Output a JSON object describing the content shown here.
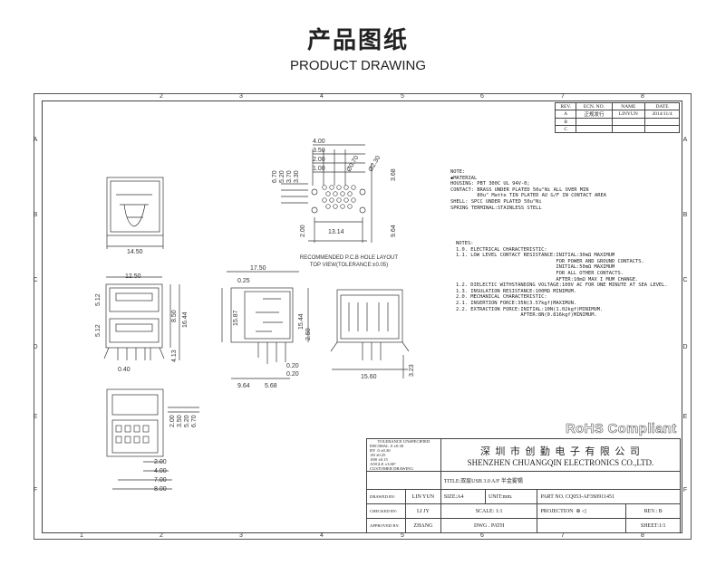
{
  "page": {
    "title_cn": "产品图纸",
    "title_en": "PRODUCT DRAWING"
  },
  "zones": {
    "cols_top": [
      "2",
      "3",
      "4",
      "5",
      "6",
      "7",
      "8"
    ],
    "cols_bottom": [
      "1",
      "2",
      "3",
      "4",
      "5",
      "6",
      "7",
      "8"
    ],
    "rows": [
      "A",
      "B",
      "C",
      "D",
      "E",
      "F"
    ]
  },
  "revision": {
    "headers": [
      "REV.",
      "ECN. NO.",
      "NAME",
      "DATE"
    ],
    "rows": [
      [
        "A",
        "正规发行",
        "LINYUN",
        "2014/11/4"
      ],
      [
        "B",
        "",
        "",
        ""
      ],
      [
        "C",
        "",
        "",
        ""
      ]
    ]
  },
  "material_notes": "NOTE:\n◆MATERIAL\nHOUSING: PBT 300C UL 94V-0;\nCONTACT: BRASS UNDER PLATED 50u\"Ni ALL OVER MIN\n         80u\" Matte TIN PLATED AU G/F IN CONTACT AREA\nSHELL: SPCC UNDER PLATED 50u\"Ni\nSPRING TERMINAL:STAINLESS STELL",
  "spec_notes": "NOTES:\n1.0. ELECTRICAL CHARACTERISTIC:\n1.1. LOW LEVEL CONTACT RESISTANCE:INITIAL:30mΩ MAXIMUM\n                                  FOR POWER AND GROUND CONTACTS.\n                                  INITIAL:50mΩ MAXIMUM\n                                  FOR ALL OTHER CONTACTS.\n                                  AFTER:10mΩ MAX I MUM CHANGE.\n1.2. DIELECTIC WITHSTANDING VOLTAGE:100V AC FOR ONE MINUTE AT SEA LEVEL.\n1.3. INSULATION RESISTANCE:100MΩ MINIMUM.\n2.0. MECHANICAL CHARACTERISTIC:\n2.1. INSERTION FORCE:35N(3.57kgf)MAXIMUN.\n2.2. EXTRACTION FORCE:INITIAL:10N(1.02kgf)MINIMUM.\n                      AFTER:8N(0.816kgf)MINIMUM.",
  "pcb_caption": "RECOMMENDED P.C.B HOLE LAYOUT\nTOP VIEW(TOLERANCE:±0.05)",
  "dims": {
    "pcb_top": [
      "4.00",
      "3.50",
      "2.00",
      "1.00"
    ],
    "pcb_left": [
      "6.70",
      "5.20",
      "3.70",
      "3.30"
    ],
    "pcb_diag": [
      "Ø0.70",
      "Ø2.30"
    ],
    "pcb_right": "3.68",
    "pcb_bottom": "13.14",
    "pcb_side": [
      "2.00",
      "9.64"
    ],
    "tv_width": "14.50",
    "fv_width": "12.50",
    "fv_left": [
      "5.12",
      "5.12"
    ],
    "fv_right": [
      "8.50",
      "16.44",
      "4.13"
    ],
    "fv_bottom": "0.40",
    "sv_top": [
      "17.50",
      "0.25"
    ],
    "sv_left": "15.87",
    "sv_right": [
      "15.44",
      "2.50"
    ],
    "sv_bottom": [
      "0.20",
      "0.20",
      "9.64",
      "5.68"
    ],
    "rv_width": "15.60",
    "rv_right": "3.23",
    "bv_right": [
      "2.00",
      "3.50",
      "5.20",
      "6.70"
    ],
    "bv_bottom": [
      "2.00",
      "4.00",
      "7.00",
      "8.00"
    ]
  },
  "rohs": "RoHS Compliant",
  "titleblock": {
    "tolerance_title": "TOLERANCE UNSPECIFIED",
    "tolerance": [
      [
        "DECIMAL .0",
        "±0.30"
      ],
      [
        "BY  .0",
        "±0.30"
      ],
      [
        ".00",
        "±0.25"
      ],
      [
        ".000",
        "±0.15"
      ],
      [
        "ANGLE",
        "±3.00°"
      ]
    ],
    "customer_label": "CUSTOMER DRAWING",
    "company_cn": "深 圳 市 创 勤 电 子 有 限 公 司",
    "company_en": "SHENZHEN CHUANGQIN ELECTRONICS CO.,LTD.",
    "title": "TITLE:双层USB 3.0 A/F  半金雾锡",
    "drawn_label": "DRAWED BY:",
    "drawn": "LIN YUN",
    "checked_label": "CHECKED BY:",
    "checked": "LI JY",
    "approved_label": "APPROVED BY:",
    "approved": "ZHANG",
    "size": "SIZE:A4",
    "unit": "UNIT:mm.",
    "part_no": "PART NO. CQ053-AF3S0911451",
    "scale": "SCALE: 1:1",
    "projection": "PROJECTION",
    "rev": "REV.: B",
    "dwg": "DWG . PATH",
    "sheet": "SHEET:1/1"
  }
}
